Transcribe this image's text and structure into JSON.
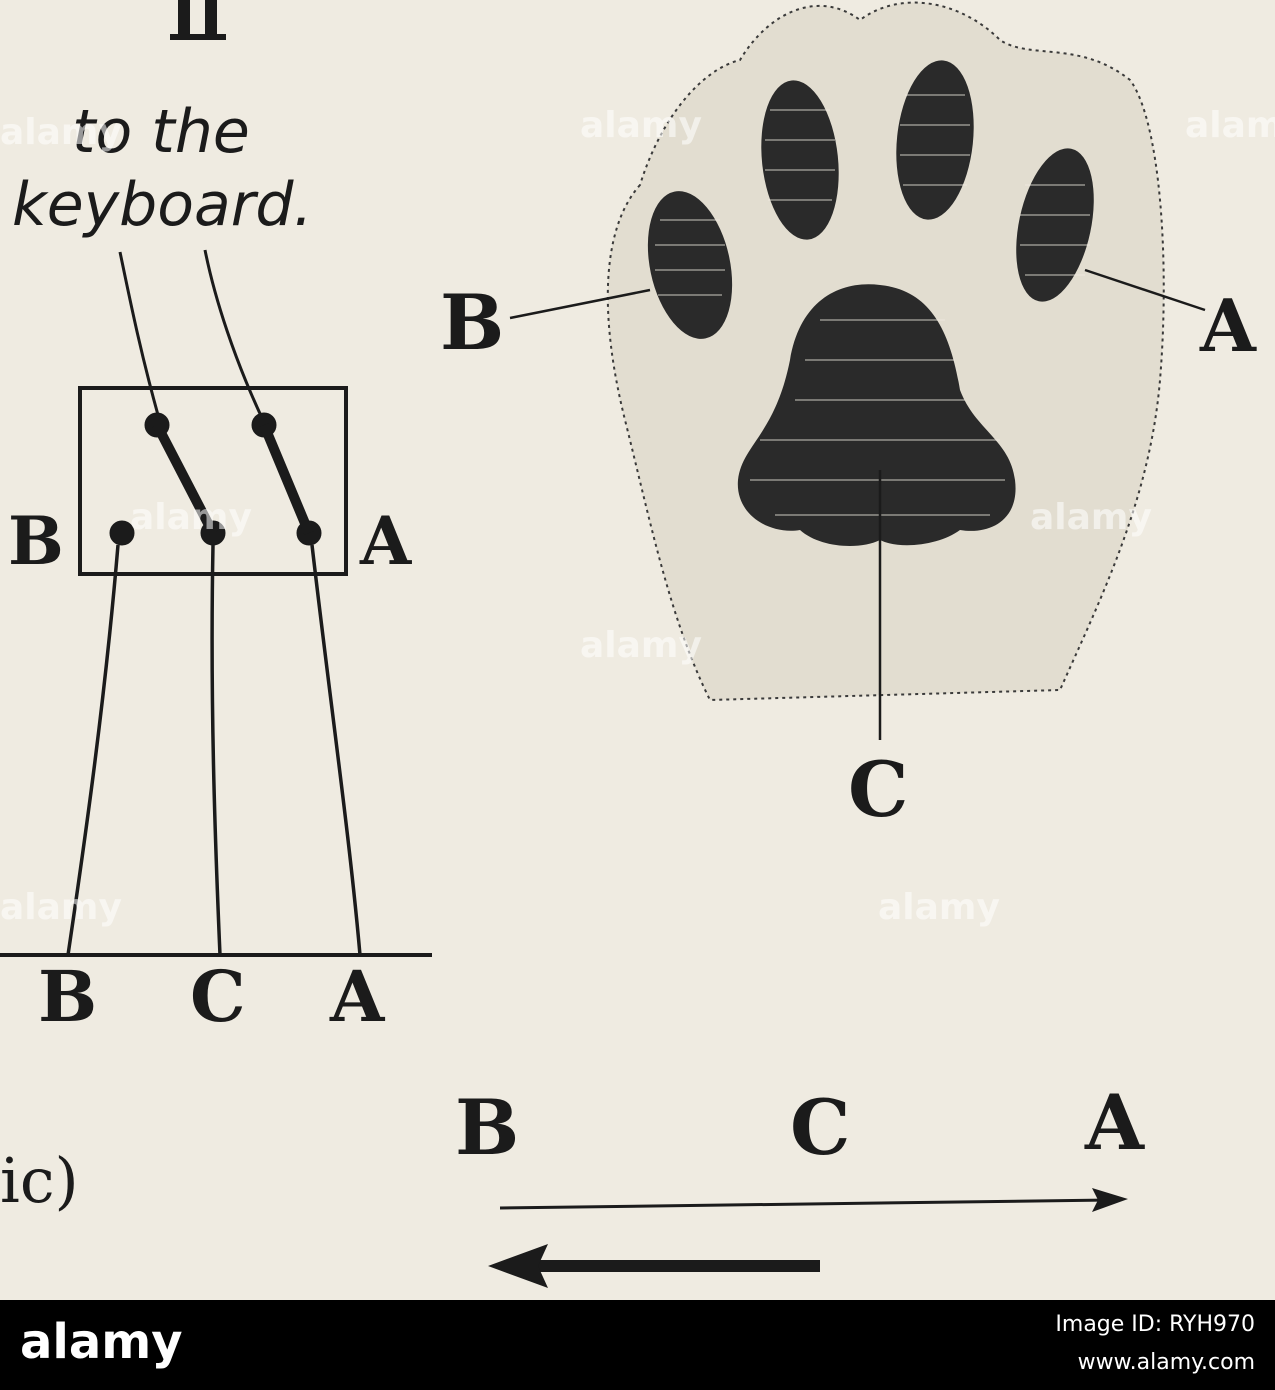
{
  "figure": {
    "handwritten_note": [
      "to the",
      "keyboard."
    ],
    "switch_labels": {
      "left": "B",
      "right": "A"
    },
    "bar_labels": [
      "B",
      "C",
      "A"
    ],
    "paw_labels": {
      "left": "B",
      "right": "A",
      "bottom": "C"
    },
    "arrow_labels": [
      "B",
      "C",
      "A"
    ],
    "caption_fragment": "ic)",
    "top_fragment": "II"
  },
  "watermark": {
    "text": "alamy"
  },
  "footer": {
    "brand": "alamy",
    "image_id": "Image ID: RYH970",
    "site": "www.alamy.com"
  },
  "colors": {
    "ink": "#1b1b1b",
    "paper": "#efebe1",
    "footer_bg": "#000000"
  }
}
